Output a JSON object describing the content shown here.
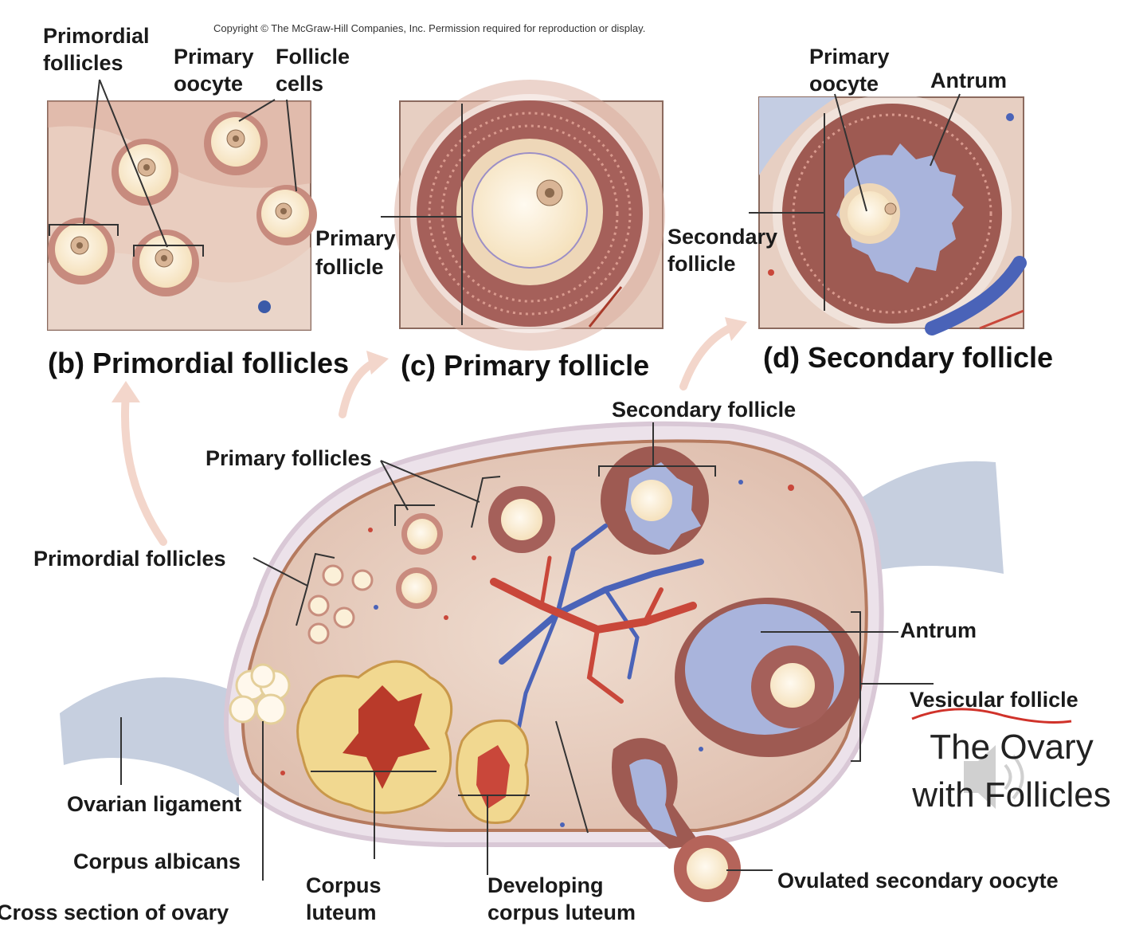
{
  "copyright": "Copyright © The McGraw-Hill Companies, Inc. Permission required for reproduction or display.",
  "panels": {
    "b": {
      "title": "(b) Primordial follicles",
      "labels": [
        "Primordial",
        "follicles",
        "Primary",
        "oocyte",
        "Follicle",
        "cells"
      ]
    },
    "c": {
      "title": "(c) Primary follicle",
      "labels": [
        "Primary",
        "follicle"
      ]
    },
    "d": {
      "title": "(d) Secondary follicle",
      "labels": [
        "Primary",
        "oocyte",
        "Antrum",
        "Secondary",
        "follicle"
      ]
    }
  },
  "ovary_labels": {
    "secondary_follicle": "Secondary follicle",
    "primary_follicles": "Primary follicles",
    "primordial_follicles": "Primordial follicles",
    "antrum": "Antrum",
    "vesicular_follicle": "Vesicular follicle",
    "ovarian_ligament": "Ovarian ligament",
    "corpus_albicans": "Corpus albicans",
    "corpus_luteum": [
      "Corpus",
      "luteum"
    ],
    "developing_corpus_luteum": [
      "Developing",
      "corpus luteum"
    ],
    "ovulated_oocyte": "Ovulated secondary oocyte",
    "cross_section": "Cross section of ovary"
  },
  "caption": [
    "The Ovary",
    "with Follicles"
  ],
  "colors": {
    "stroma": "#e9d3c4",
    "theca": "#a8605a",
    "oocyte": "#fbf0d8",
    "antrum": "#a9b4dc",
    "artery": "#c9473a",
    "vein": "#4a63b8",
    "luteum_yellow": "#f1d890",
    "luteum_red": "#b93a2a",
    "ligament": "#c6cfdf",
    "arrow": "#f3d6cb"
  }
}
